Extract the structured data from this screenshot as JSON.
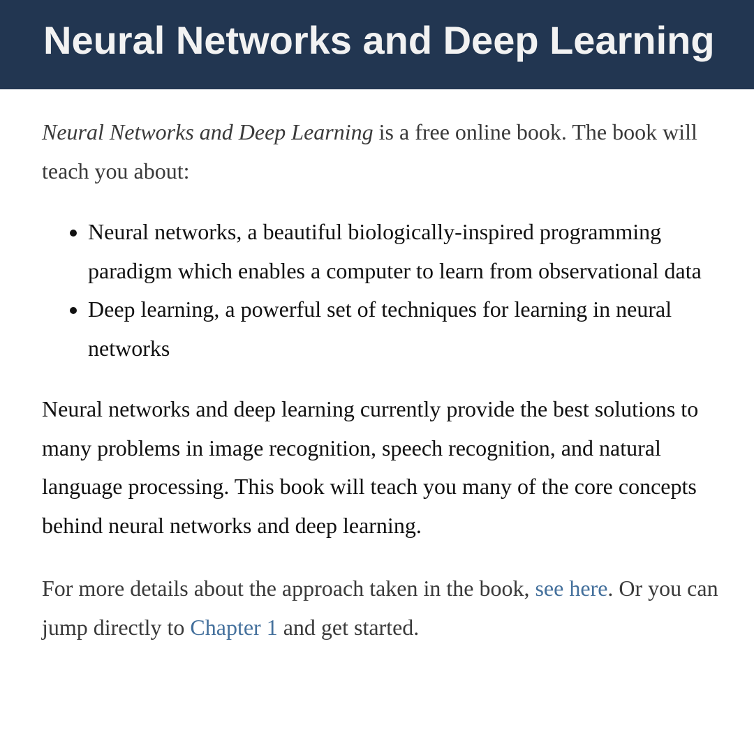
{
  "header": {
    "title": "Neural Networks and Deep Learning"
  },
  "intro": {
    "book_title": "Neural Networks and Deep Learning",
    "text": " is a free online book. The book will teach you about:"
  },
  "topics": [
    "Neural networks, a beautiful biologically-inspired programming paradigm which enables a computer to learn from observational data",
    "Deep learning, a powerful set of techniques for learning in neural networks"
  ],
  "summary": "Neural networks and deep learning currently provide the best solutions to many problems in image recognition, speech recognition, and natural language processing. This book will teach you many of the core concepts behind neural networks and deep learning.",
  "details": {
    "prefix": "For more details about the approach taken in the book, ",
    "see_here_link": "see here",
    "middle": ". Or you can jump directly to ",
    "chapter_link": "Chapter 1",
    "suffix": " and get started."
  },
  "colors": {
    "banner": "#223651",
    "link": "#44709c"
  }
}
